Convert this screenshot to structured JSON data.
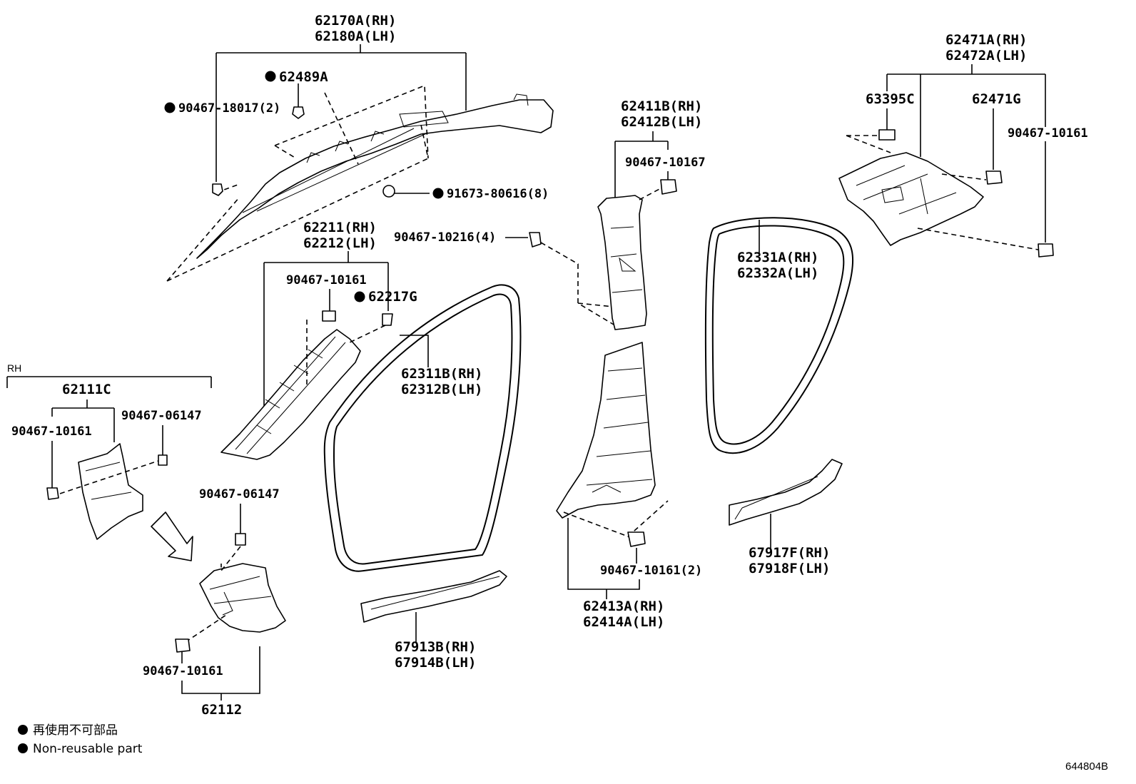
{
  "labels": {
    "p62170": "62170A(RH)",
    "p62180": "62180A(LH)",
    "p62489": "62489A",
    "p90467_18017": "90467-18017(2)",
    "p91673": "91673-80616(8)",
    "p62211": "62211(RH)",
    "p62212": "62212(LH)",
    "p90467_10216": "90467-10216(4)",
    "p90467_10161_a": "90467-10161",
    "p62217": "62217G",
    "p62311": "62311B(RH)",
    "p62312": "62312B(LH)",
    "p62411": "62411B(RH)",
    "p62412": "62412B(LH)",
    "p90467_10167": "90467-10167",
    "p62331": "62331A(RH)",
    "p62332": "62332A(LH)",
    "p62471A": "62471A(RH)",
    "p62472A": "62472A(LH)",
    "p63395": "63395C",
    "p62471G": "62471G",
    "p90467_10161_b": "90467-10161",
    "rh": "RH",
    "p62111": "62111C",
    "p90467_10161_c": "90467-10161",
    "p90467_06147_a": "90467-06147",
    "p90467_06147_b": "90467-06147",
    "p90467_10161_d": "90467-10161",
    "p62112": "62112",
    "p67913": "67913B(RH)",
    "p67914": "67914B(LH)",
    "p90467_10161_2": "90467-10161(2)",
    "p62413": "62413A(RH)",
    "p62414": "62414A(LH)",
    "p67917": "67917F(RH)",
    "p67918": "67918F(LH)"
  },
  "legend": {
    "jp": "再使用不可部品",
    "en": "Non-reusable part"
  },
  "drawing_code": "644804B"
}
